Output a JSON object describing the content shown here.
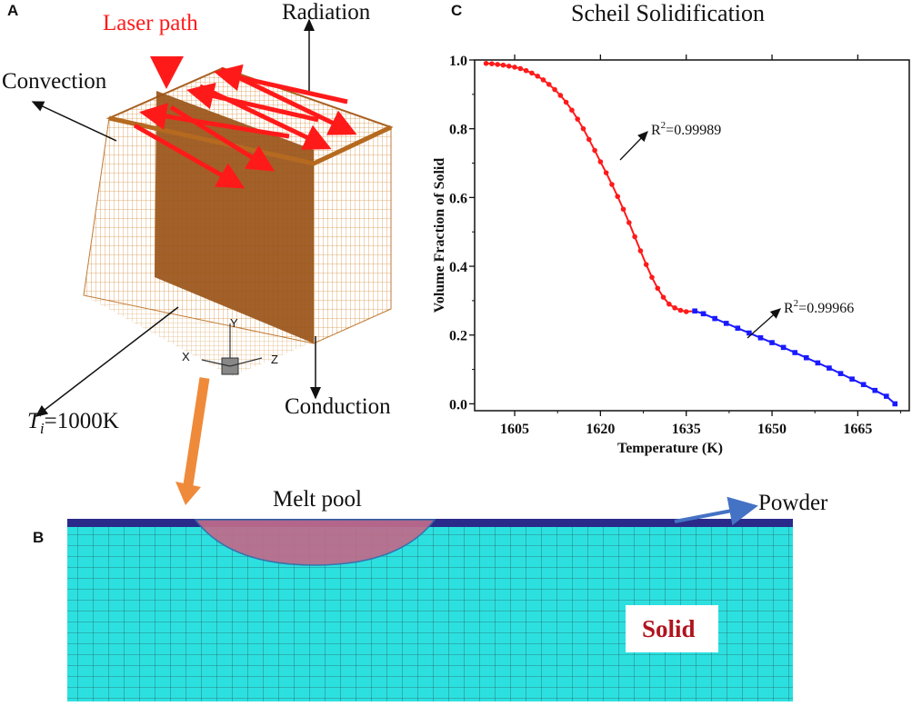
{
  "panels": {
    "a": "A",
    "b": "B",
    "c": "C"
  },
  "panel_a": {
    "laser_path": "Laser path",
    "radiation": "Radiation",
    "convection": "Convection",
    "conduction": "Conduction",
    "initial_temp_symbol": "T",
    "initial_temp_sub": "i",
    "initial_temp_value": "=1000K",
    "axis_x": "X",
    "axis_y": "Y",
    "axis_z": "Z",
    "colors": {
      "mesh": "#d8964c",
      "mesh_dark": "#8a4a10",
      "laser": "#ff1a1a"
    }
  },
  "panel_b": {
    "melt_pool": "Melt pool",
    "powder": "Powder",
    "solid": "Solid",
    "colors": {
      "substrate": "#2de0e0",
      "powder": "#2a2a8a",
      "pool": "#c06a8a",
      "solid_text": "#b0141e",
      "arrow": "#4472c4"
    }
  },
  "chart_data": {
    "type": "line",
    "title": "Scheil Solidification",
    "xlabel": "Temperature (K)",
    "ylabel": "Volume Fraction of Solid",
    "xlim": [
      1598,
      1674
    ],
    "ylim": [
      -0.02,
      1.0
    ],
    "xticks": [
      1605,
      1620,
      1635,
      1650,
      1665
    ],
    "yticks": [
      0.0,
      0.2,
      0.4,
      0.6,
      0.8,
      1.0
    ],
    "xtick_labels": [
      "1605",
      "1620",
      "1635",
      "1650",
      "1665"
    ],
    "ytick_labels": [
      "0.0",
      "0.2",
      "0.4",
      "0.6",
      "0.8",
      "1.0"
    ],
    "annotations": [
      {
        "label": "R",
        "sup": "2",
        "value": "=0.99989"
      },
      {
        "label": "R",
        "sup": "2",
        "value": "=0.99966"
      }
    ],
    "series": [
      {
        "color": "#ff1a1a",
        "marker": "circle",
        "x": [
          1600,
          1601,
          1602,
          1603,
          1604,
          1605,
          1606,
          1607,
          1608,
          1609,
          1610,
          1611,
          1612,
          1613,
          1614,
          1615,
          1616,
          1617,
          1618,
          1619,
          1620,
          1621,
          1622,
          1623,
          1624,
          1625,
          1626,
          1627,
          1628,
          1629,
          1630,
          1631,
          1632,
          1633,
          1634,
          1635,
          1636.5
        ],
        "y": [
          0.99,
          0.989,
          0.987,
          0.985,
          0.982,
          0.979,
          0.975,
          0.969,
          0.962,
          0.953,
          0.942,
          0.929,
          0.914,
          0.897,
          0.877,
          0.854,
          0.828,
          0.8,
          0.769,
          0.737,
          0.704,
          0.672,
          0.638,
          0.603,
          0.566,
          0.527,
          0.486,
          0.445,
          0.405,
          0.368,
          0.336,
          0.31,
          0.29,
          0.279,
          0.272,
          0.268,
          0.27
        ]
      },
      {
        "color": "#1a1aff",
        "marker": "square",
        "x": [
          1636.5,
          1638,
          1640,
          1642,
          1644,
          1646,
          1648,
          1650,
          1652,
          1654,
          1656,
          1658,
          1660,
          1662,
          1664,
          1666,
          1668,
          1670,
          1671.5
        ],
        "y": [
          0.27,
          0.262,
          0.248,
          0.234,
          0.22,
          0.206,
          0.192,
          0.178,
          0.164,
          0.149,
          0.134,
          0.119,
          0.104,
          0.088,
          0.072,
          0.056,
          0.039,
          0.022,
          0.0
        ]
      }
    ]
  }
}
